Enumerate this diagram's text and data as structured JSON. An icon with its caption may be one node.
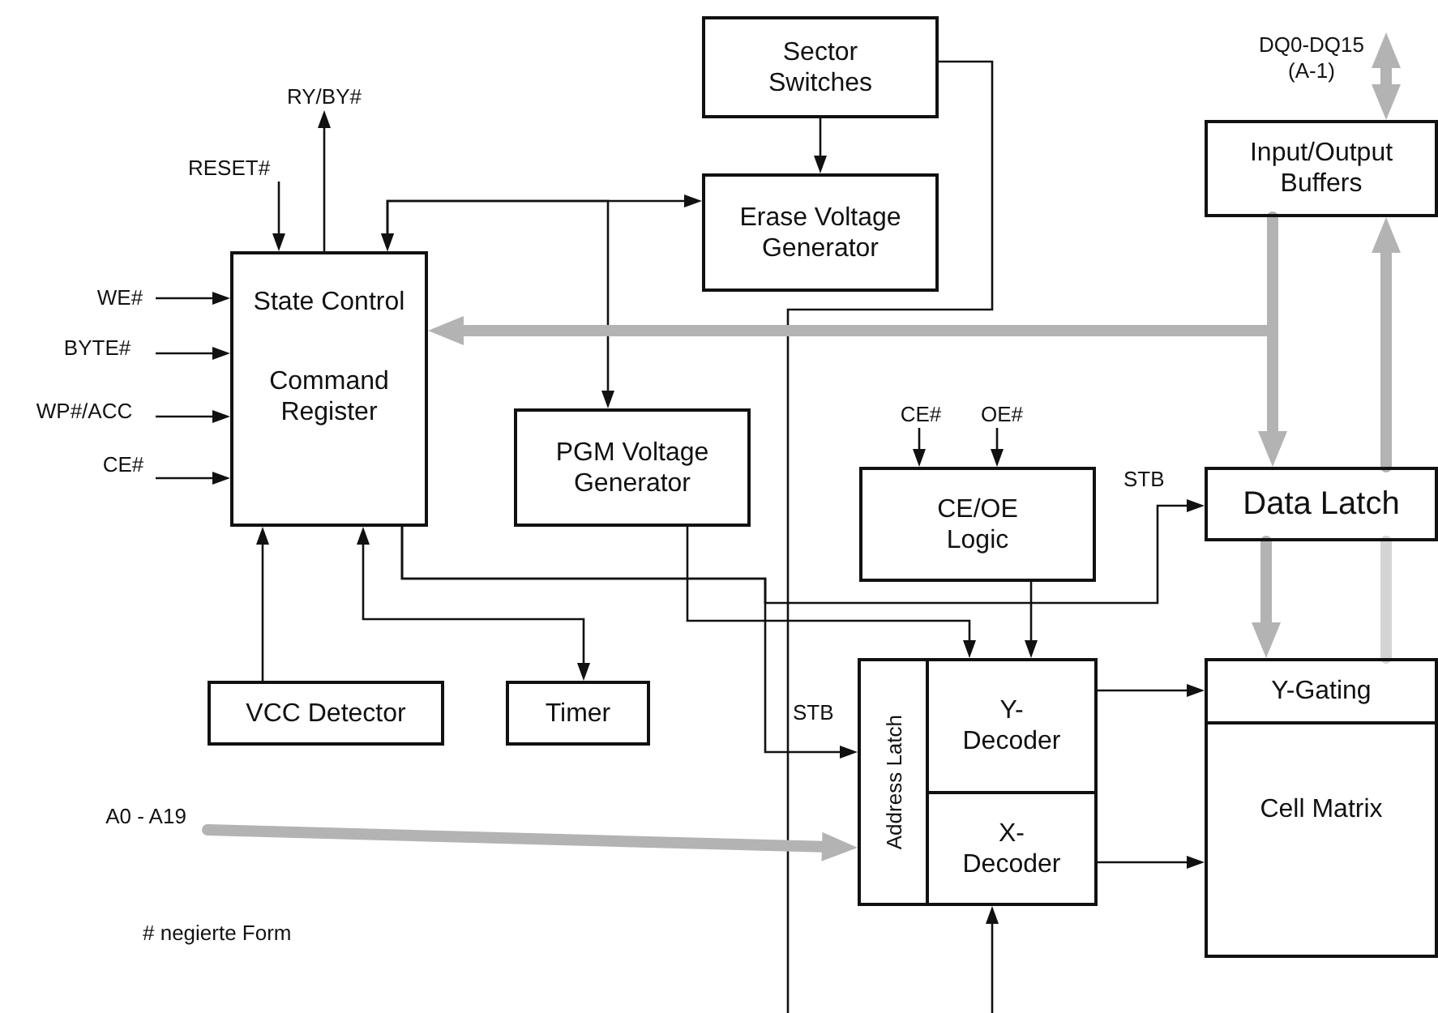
{
  "diagram": {
    "nodes": [
      {
        "text": [
          "State Control",
          "Command Register"
        ]
      },
      {
        "text": [
          "Sector Switches"
        ]
      },
      {
        "text": [
          "Erase Voltage Generator"
        ]
      },
      {
        "text": [
          "PGM Voltage Generator"
        ]
      },
      {
        "text": [
          "Input/Output Buffers"
        ]
      },
      {
        "text": [
          "CE/OE Logic"
        ]
      },
      {
        "text": [
          "Data Latch"
        ]
      },
      {
        "text": [
          "VCC Detector"
        ]
      },
      {
        "text": [
          "Timer"
        ]
      },
      {
        "text": [
          "Address Latch"
        ]
      },
      {
        "text": [
          "Y- Decoder"
        ]
      },
      {
        "text": [
          "X- Decoder"
        ]
      },
      {
        "text": [
          "Y-Gating"
        ]
      },
      {
        "text": [
          "Cell Matrix"
        ]
      },
      {
        "text": [
          "RY/BY#"
        ]
      },
      {
        "text": [
          "RESET#"
        ]
      },
      {
        "text": [
          "WE#"
        ]
      },
      {
        "text": [
          "BYTE#"
        ]
      },
      {
        "text": [
          "WP#/ACC"
        ]
      },
      {
        "text": [
          "CE#"
        ]
      },
      {
        "text": [
          "CE#"
        ]
      },
      {
        "text": [
          "OE#"
        ]
      },
      {
        "text": [
          "DQ0-DQ15 (A-1)"
        ]
      },
      {
        "text": [
          "A0 - A19"
        ]
      }
    ],
    "edges": [
      {
        "from": 15,
        "to": 0,
        "arrow": "to"
      },
      {
        "from": 0,
        "to": 14,
        "arrow": "to"
      },
      {
        "from": 16,
        "to": 0,
        "arrow": "to"
      },
      {
        "from": 17,
        "to": 0,
        "arrow": "to"
      },
      {
        "from": 18,
        "to": 0,
        "arrow": "to"
      },
      {
        "from": 19,
        "to": 0,
        "arrow": "to"
      },
      {
        "from": 0,
        "to": 2,
        "arrow": "both"
      },
      {
        "from": 0,
        "to": 3,
        "arrow": "both"
      },
      {
        "from": 1,
        "to": 2,
        "arrow": "to"
      },
      {
        "from": 1,
        "to": null,
        "arrow": "none"
      },
      {
        "from": 4,
        "to": 0,
        "arrow": "to",
        "style": "thick",
        "color": "#b3b3b3"
      },
      {
        "from": 4,
        "to": 6,
        "arrow": "to",
        "style": "thick",
        "color": "#b3b3b3"
      },
      {
        "from": 6,
        "to": 4,
        "arrow": "to",
        "style": "thick",
        "color": "#b3b3b3"
      },
      {
        "from": 22,
        "to": 4,
        "arrow": "both",
        "style": "thick",
        "color": "#b3b3b3"
      },
      {
        "from": 20,
        "to": 5,
        "arrow": "to"
      },
      {
        "from": 21,
        "to": 5,
        "arrow": "to"
      },
      {
        "from": 5,
        "to": 10,
        "arrow": "to"
      },
      {
        "from": 3,
        "to": 10,
        "arrow": "to"
      },
      {
        "from": 0,
        "to": 9,
        "arrow": "to",
        "label": "STB"
      },
      {
        "from": 0,
        "to": 6,
        "arrow": "to",
        "label": "STB"
      },
      {
        "from": 0,
        "to": 8,
        "arrow": "both"
      },
      {
        "from": 7,
        "to": 0,
        "arrow": "to"
      },
      {
        "from": 23,
        "to": 9,
        "arrow": "to",
        "style": "thick",
        "color": "#b3b3b3"
      },
      {
        "from": 10,
        "to": 12,
        "arrow": "to"
      },
      {
        "from": 11,
        "to": 13,
        "arrow": "to"
      },
      {
        "from": 6,
        "to": 12,
        "arrow": "to",
        "style": "thick",
        "color": "#b3b3b3"
      },
      {
        "from": 12,
        "to": 6,
        "arrow": "none",
        "style": "thick",
        "color": "#d4d4d4"
      },
      {
        "from": null,
        "to": 11,
        "arrow": "to"
      }
    ],
    "labels": [
      "# negierte Form"
    ]
  }
}
